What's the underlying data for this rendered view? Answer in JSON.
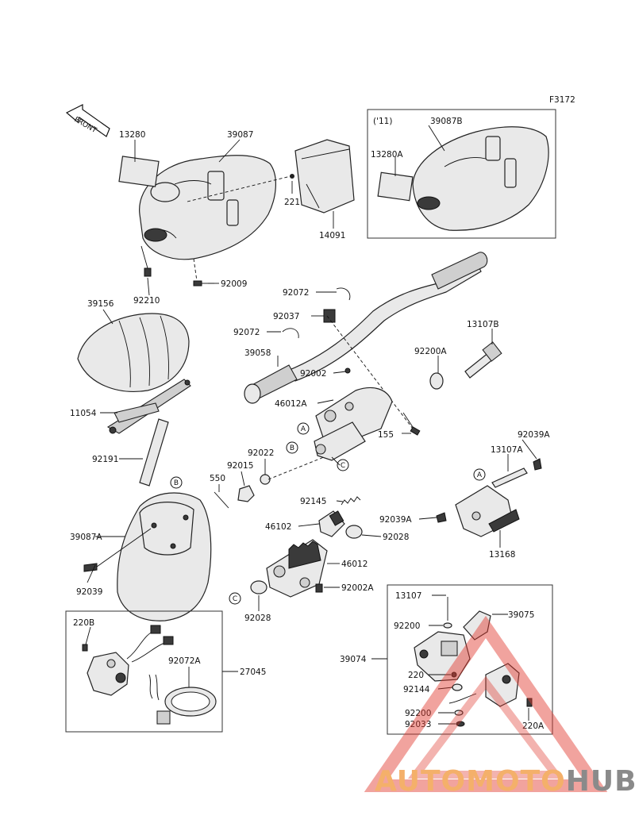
{
  "figure_code": "F3172",
  "front_arrow": "FRONT",
  "year_tag": "('11)",
  "parts": {
    "p13280": "13280",
    "p39087": "39087",
    "p221": "221",
    "p14091": "14091",
    "p39087B": "39087B",
    "p13280A": "13280A",
    "p92210": "92210",
    "p92009": "92009",
    "p39156": "39156",
    "p11054": "11054",
    "p92191": "92191",
    "p39087A": "39087A",
    "p92039": "92039",
    "p92072a": "92072",
    "p92037": "92037",
    "p92072b": "92072",
    "p39058": "39058",
    "p92002": "92002",
    "p46012A": "46012A",
    "p13107B": "13107B",
    "p92200A": "92200A",
    "p155": "155",
    "p92039A_1": "92039A",
    "p13107A": "13107A",
    "p92039A_2": "92039A",
    "p13168": "13168",
    "p92022": "92022",
    "p92015": "92015",
    "p550": "550",
    "p92145": "92145",
    "p46102": "46102",
    "p92028a": "92028",
    "p46012": "46012",
    "p92002A": "92002A",
    "p92028b": "92028",
    "p220B": "220B",
    "p92072A": "92072A",
    "p27045": "27045",
    "p13107": "13107",
    "p39075": "39075",
    "p92200a": "92200",
    "p39074": "39074",
    "p220": "220",
    "p92144": "92144",
    "p92200b": "92200",
    "p92033": "92033",
    "p220A": "220A"
  },
  "callouts": {
    "A": "A",
    "B": "B",
    "C": "C"
  },
  "watermark": {
    "part1": "AUTO",
    "part2": "MOTO",
    "part3": "HUB"
  },
  "colors": {
    "watermark_red": "#e03a2f",
    "watermark_orange": "#f4b06a",
    "watermark_gray": "#8a8a8a"
  }
}
